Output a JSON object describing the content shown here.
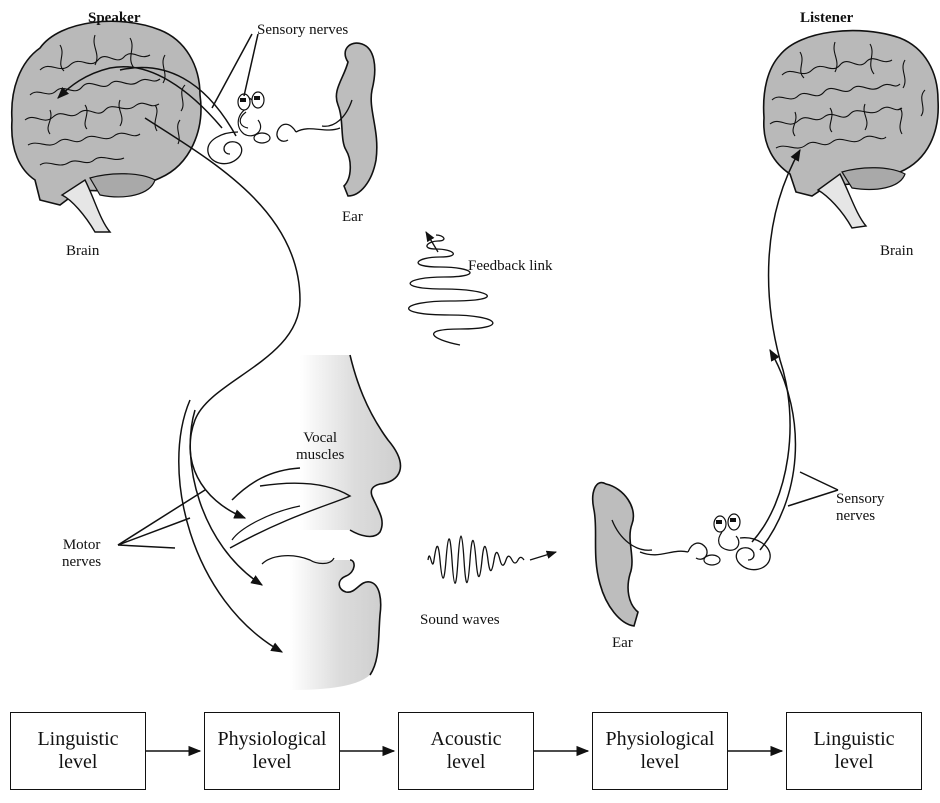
{
  "speaker_title": "Speaker",
  "listener_title": "Listener",
  "labels": {
    "sensory_nerves_top": "Sensory nerves",
    "brain_left": "Brain",
    "ear_top": "Ear",
    "feedback_link": "Feedback link",
    "brain_right": "Brain",
    "vocal_muscles": "Vocal\nmuscles",
    "motor_nerves": "Motor\nnerves",
    "sound_waves": "Sound waves",
    "ear_bottom": "Ear",
    "sensory_nerves_right": "Sensory\nnerves"
  },
  "levels": [
    "Linguistic\nlevel",
    "Physiological\nlevel",
    "Acoustic\nlevel",
    "Physiological\nlevel",
    "Linguistic\nlevel"
  ],
  "colors": {
    "brain_fill": "#b9b9b9",
    "shade_fill": "#d6d6d6",
    "line": "#111111"
  }
}
